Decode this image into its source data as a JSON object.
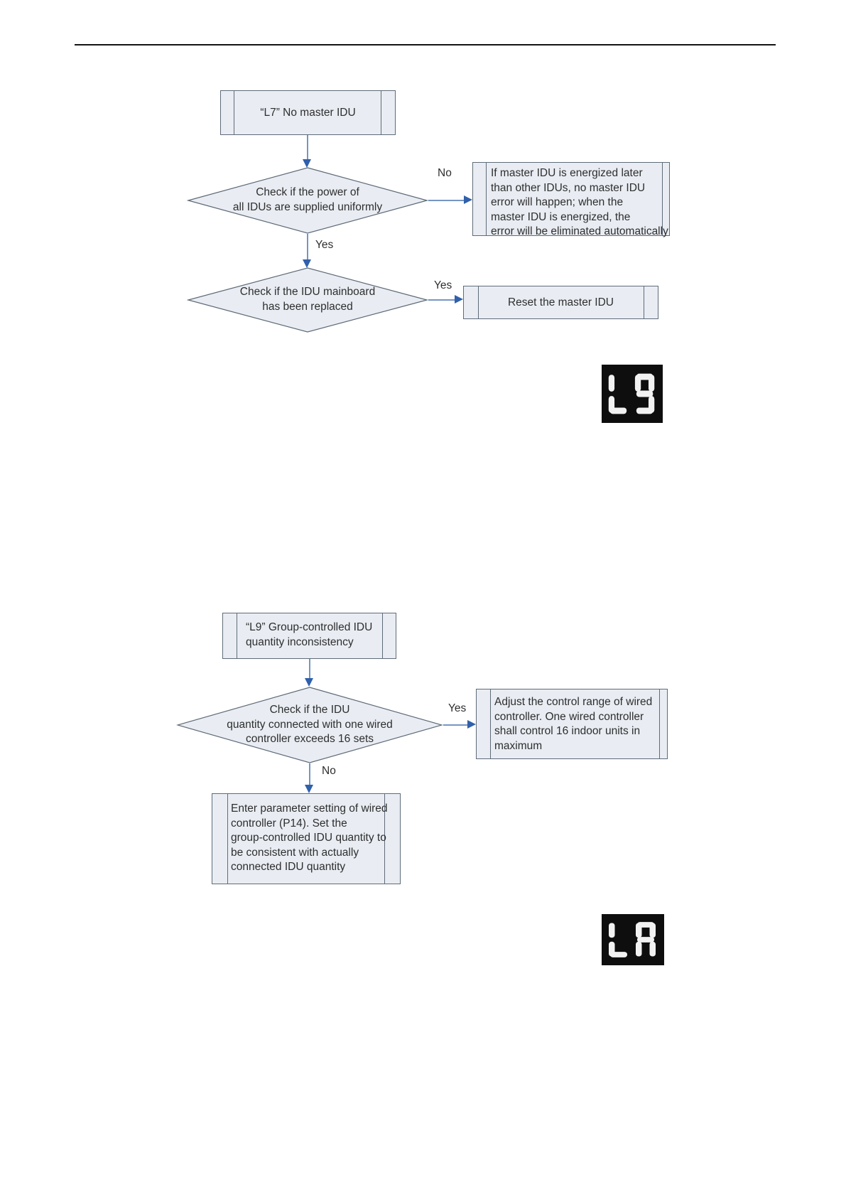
{
  "colors": {
    "box_fill": "#e9edf3",
    "box_border": "#5f6b78",
    "arrow_shaft": "#7596c5",
    "arrow_head": "#3060ab",
    "display_bg": "#0e0e0e",
    "display_segment": "#f2f2f2",
    "text": "#2e2e2e"
  },
  "flowchart_l7": {
    "title": "“L7” No master IDU",
    "decision_power": [
      "Check if the power of",
      "all IDUs are supplied uniformly"
    ],
    "no_label": "No",
    "no_result": [
      "If master IDU is energized later",
      "than other IDUs, no master IDU",
      "error will happen; when the",
      "master IDU is energized, the",
      "error will be eliminated automatically"
    ],
    "yes_label": "Yes",
    "decision_mainboard": [
      "Check if the IDU mainboard",
      "has been replaced"
    ],
    "yes_label2": "Yes",
    "yes_result": "Reset the master IDU",
    "display_code": "L9"
  },
  "flowchart_l9": {
    "title": [
      "“L9” Group-controlled IDU",
      "quantity inconsistency"
    ],
    "decision_quantity": [
      "Check if the IDU",
      "quantity connected with one wired",
      "controller exceeds 16 sets"
    ],
    "yes_label": "Yes",
    "yes_result": [
      "Adjust the control range of wired",
      "controller. One wired controller",
      "shall control 16 indoor units in",
      "maximum"
    ],
    "no_label": "No",
    "no_result": [
      "Enter parameter setting of wired",
      "controller (P14). Set the",
      "group-controlled IDU quantity to",
      "be consistent with actually",
      "connected IDU quantity"
    ],
    "display_code": "LA"
  }
}
